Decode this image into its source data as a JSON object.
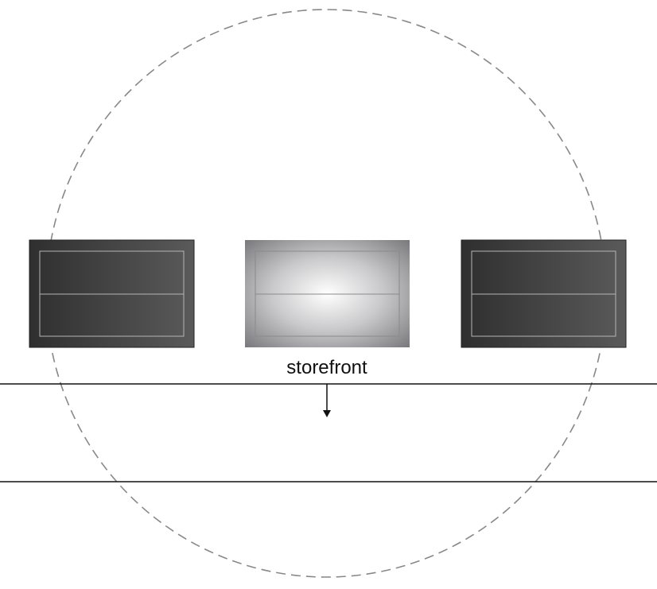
{
  "diagram": {
    "storefront_label": "storefront",
    "panels": [
      {
        "name": "left-panel",
        "style": "dark"
      },
      {
        "name": "center-panel",
        "style": "lit"
      },
      {
        "name": "right-panel",
        "style": "dark"
      }
    ],
    "colors": {
      "background": "#ffffff",
      "circle_stroke": "#888888",
      "road_line": "#111111",
      "dark_panel_left": "#2f2f2f",
      "dark_panel_right": "#5a5a5a",
      "lit_panel_center": "#ffffff",
      "lit_panel_edge": "#6f6f73",
      "panel_inner_line": "#b5b5b5",
      "arrow": "#111111"
    }
  }
}
